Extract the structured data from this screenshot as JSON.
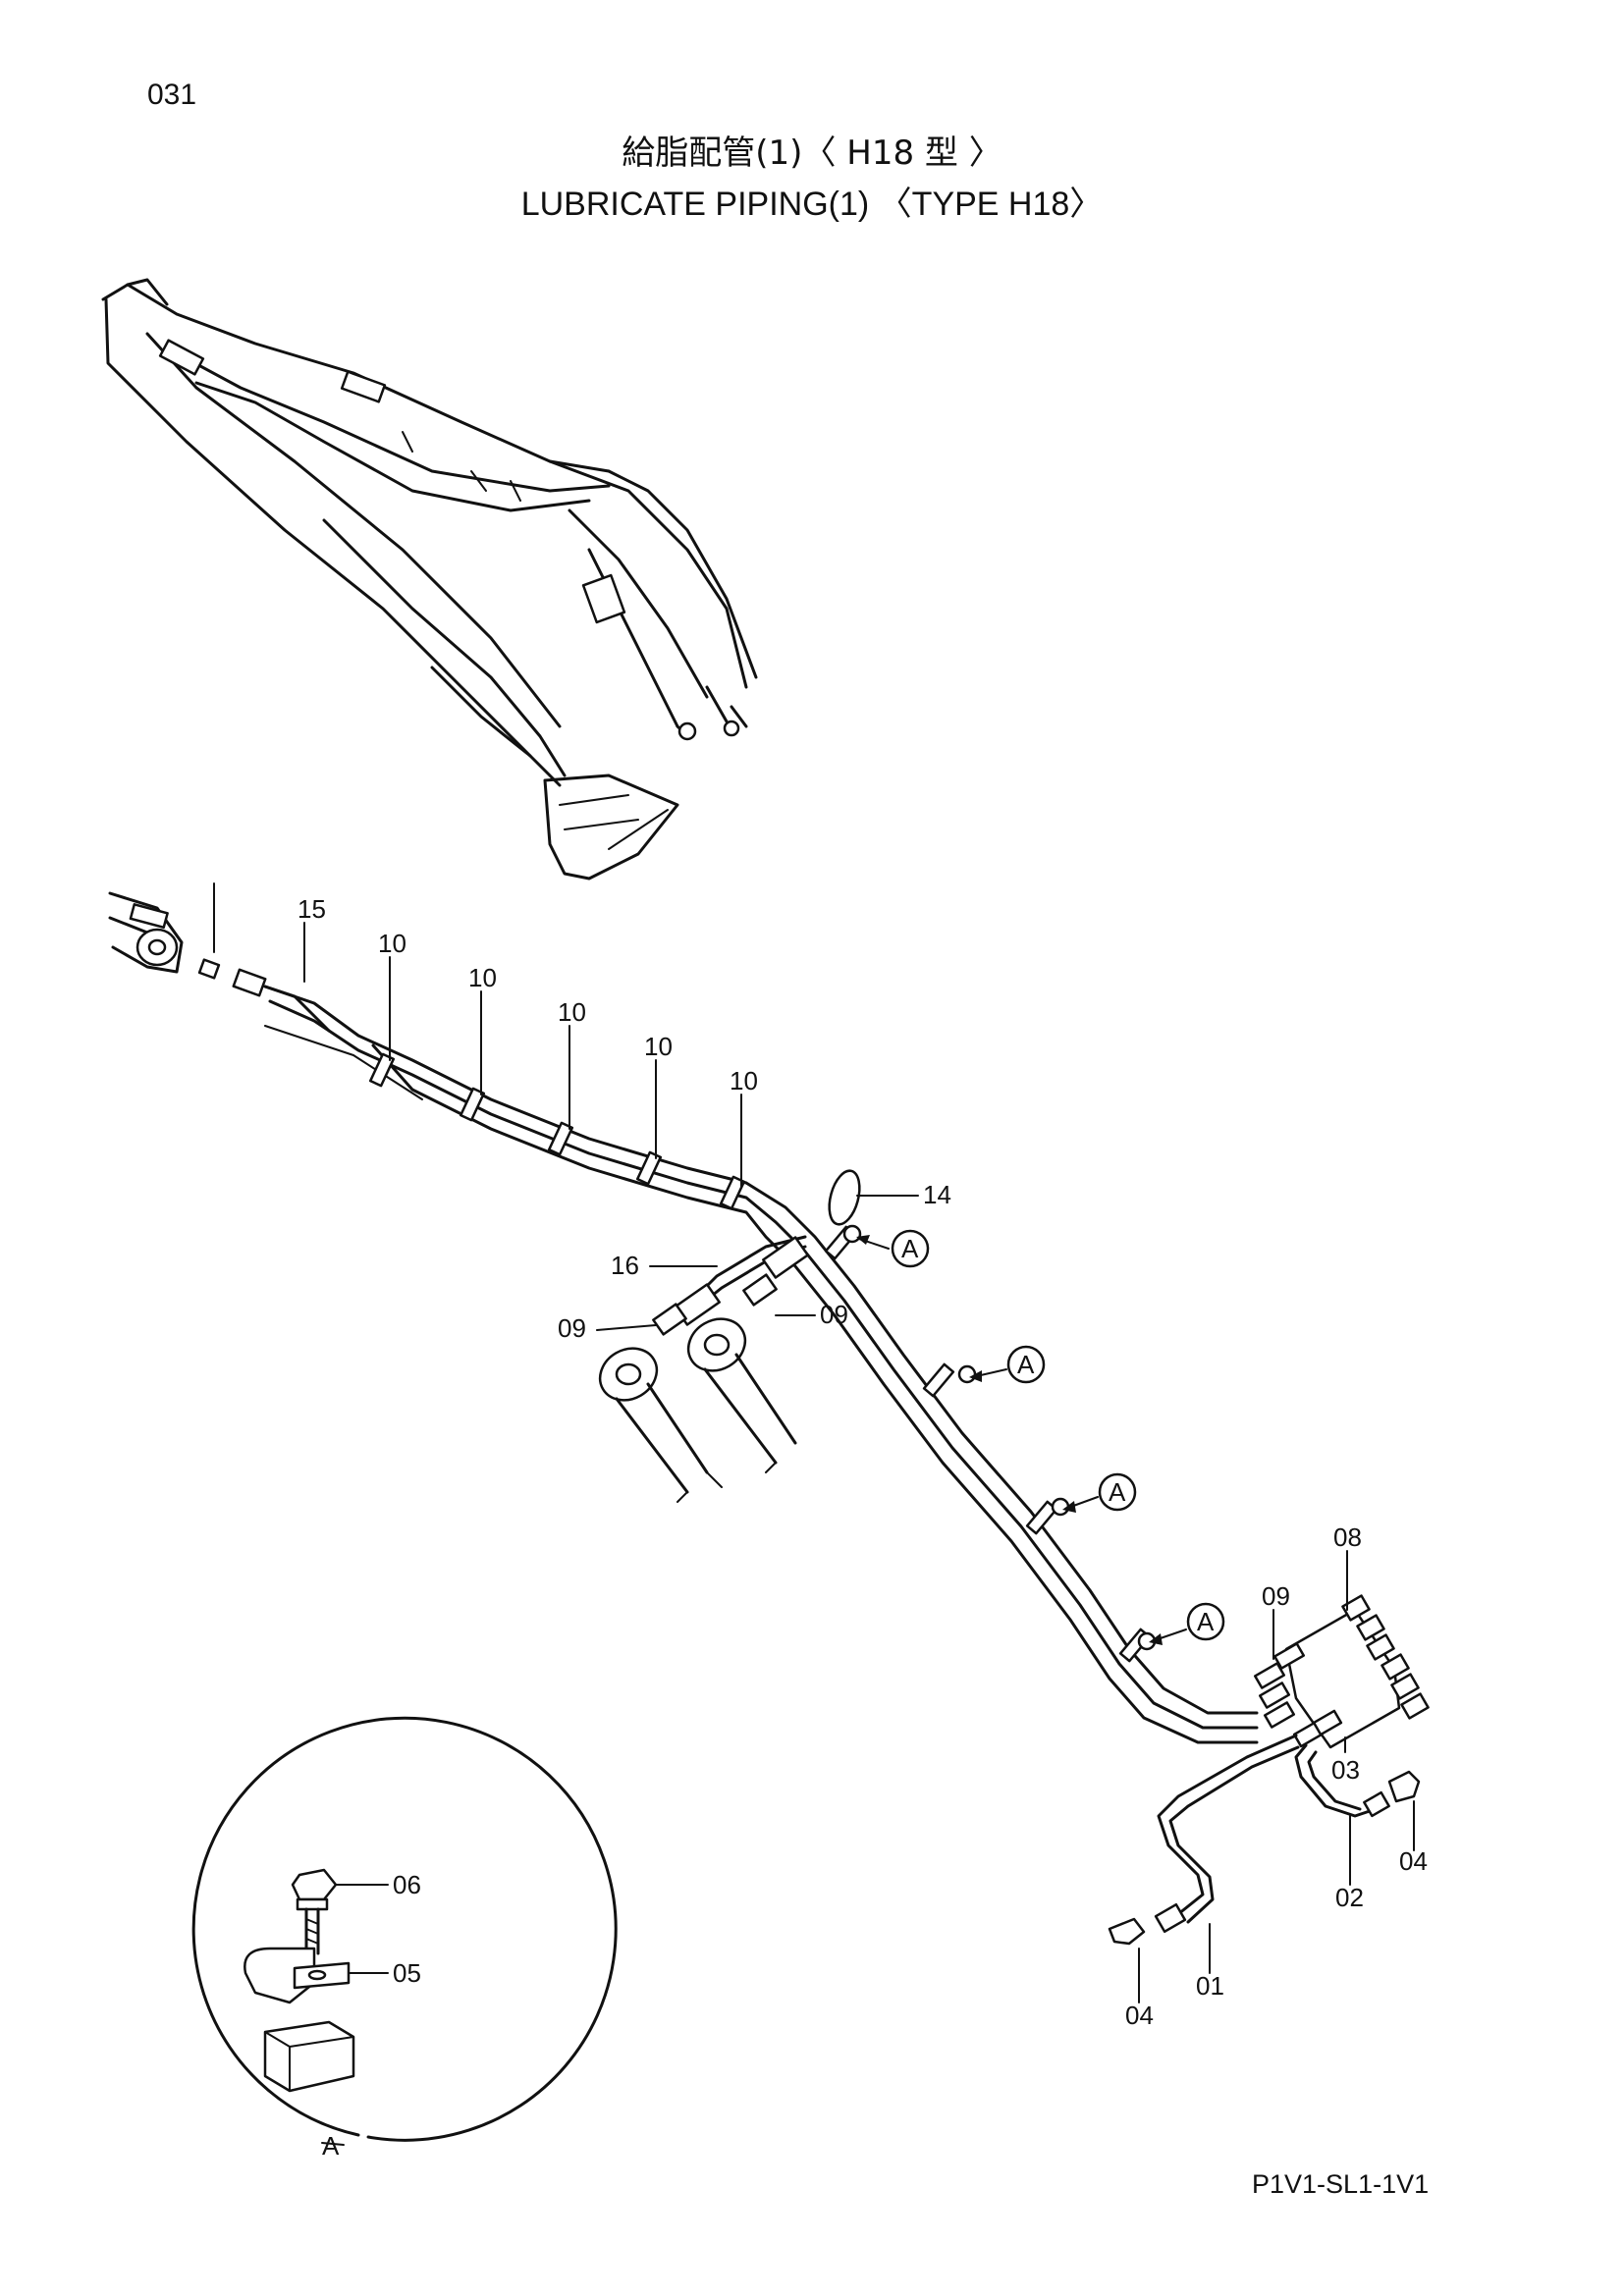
{
  "page_number": "031",
  "title_jp": "給脂配管(1)〈 H18 型 〉",
  "title_en": "LUBRICATE PIPING(1) 〈TYPE H18〉",
  "drawing_code": "P1V1-SL1-1V1",
  "callouts": {
    "c15": "15",
    "c10a": "10",
    "c10b": "10",
    "c10c": "10",
    "c10d": "10",
    "c10e": "10",
    "c14": "14",
    "c16": "16",
    "c09l": "09",
    "c09r": "09",
    "c09m": "09",
    "c08": "08",
    "c03": "03",
    "c02": "02",
    "c04a": "04",
    "c04b": "04",
    "c01": "01",
    "c06": "06",
    "c05": "05"
  },
  "detail_refs": {
    "a1": "A",
    "a2": "A",
    "a3": "A",
    "a4": "A"
  },
  "detail_label": "A"
}
